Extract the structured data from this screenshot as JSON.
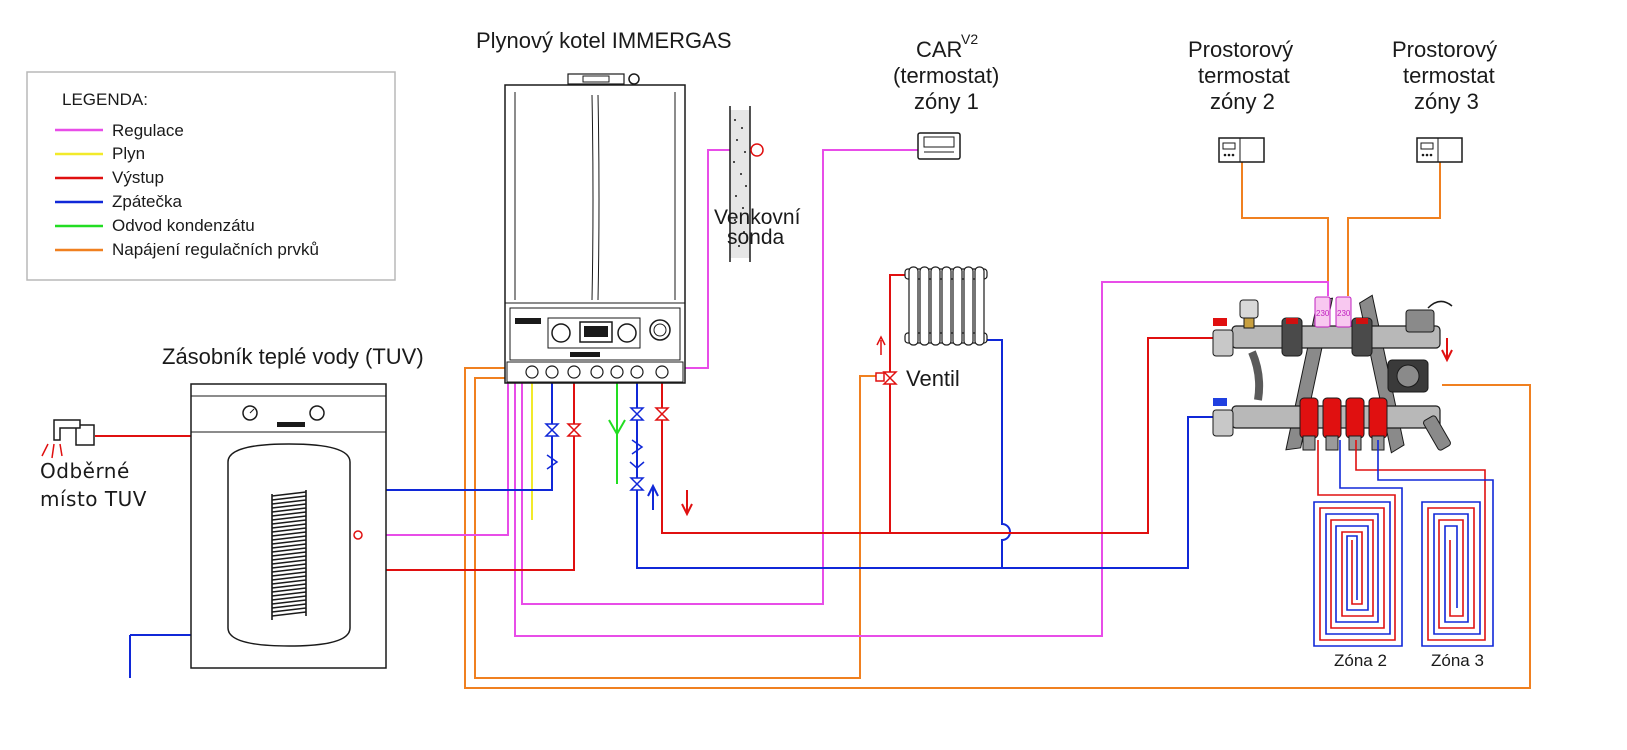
{
  "legend": {
    "title": "LEGENDA:",
    "items": [
      {
        "label": "Regulace",
        "color": "#e84de8"
      },
      {
        "label": "Plyn",
        "color": "#f2ea2a"
      },
      {
        "label": "Výstup",
        "color": "#e01010"
      },
      {
        "label": "Zpátečka",
        "color": "#1028d8"
      },
      {
        "label": "Odvod kondenzátu",
        "color": "#22dd22"
      },
      {
        "label": "Napájení regulačních prvků",
        "color": "#f08020"
      }
    ]
  },
  "labels": {
    "boiler": "Plynový kotel IMMERGAS",
    "car_main": "CAR",
    "car_sup": "V2",
    "car_line2": "(termostat)",
    "car_line3": "zóny 1",
    "t2_line1": "Prostorový",
    "t2_line2": "termostat",
    "t2_line3": "zóny 2",
    "t3_line1": "Prostorový",
    "t3_line2": "termostat",
    "t3_line3": "zóny 3",
    "probe_line1": "Venkovní",
    "probe_line2": "sonda",
    "tank": "Zásobník teplé vody (TUV)",
    "tap_line1": "Odběrné",
    "tap_line2": "místo TUV",
    "valve": "Ventil",
    "zone2": "Zóna 2",
    "zone3": "Zóna 3",
    "actuator_a": "230",
    "actuator_b": "230"
  }
}
